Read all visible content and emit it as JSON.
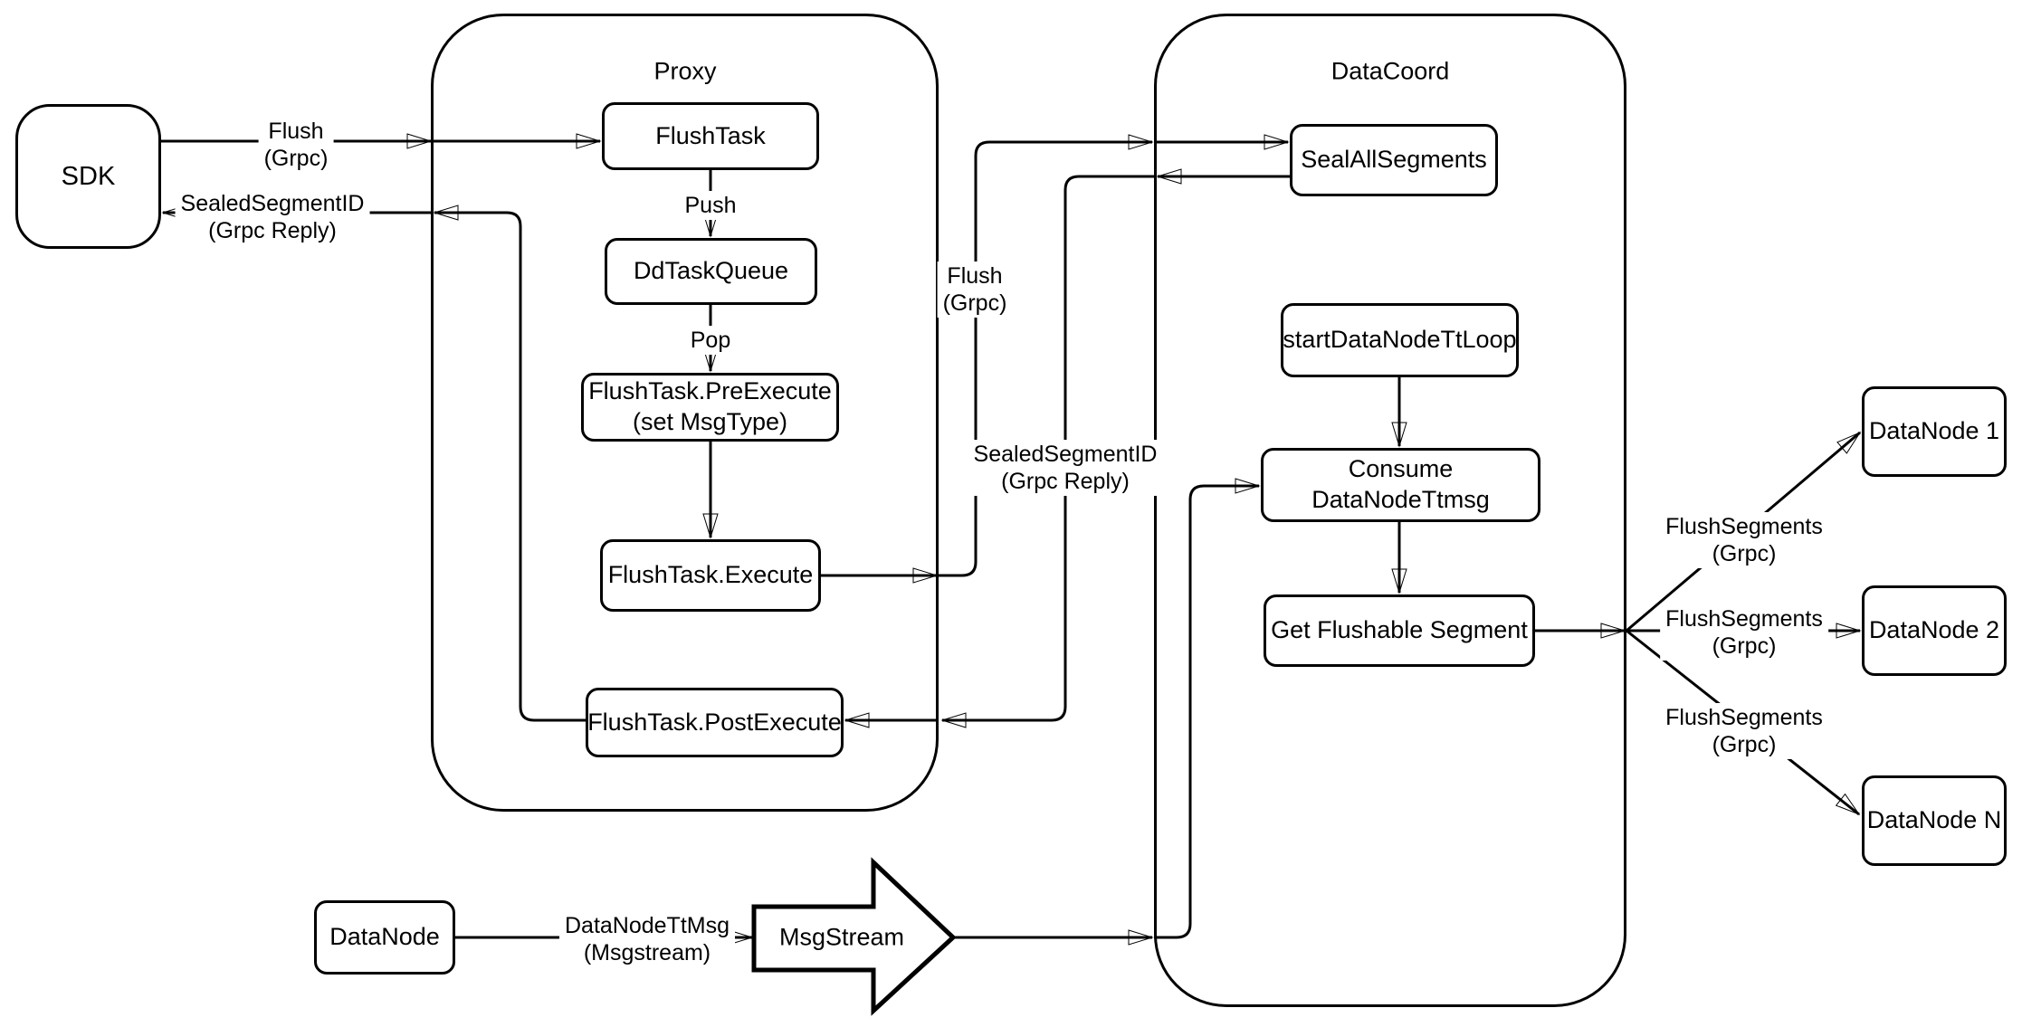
{
  "diagram": {
    "containers": {
      "proxy": {
        "label": "Proxy"
      },
      "datacoord": {
        "label": "DataCoord"
      }
    },
    "nodes": {
      "sdk": {
        "label": "SDK"
      },
      "flushtask": {
        "label": "FlushTask"
      },
      "ddtaskqueue": {
        "label": "DdTaskQueue"
      },
      "flushtask_preexecute": {
        "label": "FlushTask.PreExecute\n(set MsgType)"
      },
      "flushtask_execute": {
        "label": "FlushTask.Execute"
      },
      "flushtask_postexecute": {
        "label": "FlushTask.PostExecute"
      },
      "sealallsegments": {
        "label": "SealAllSegments"
      },
      "startdatanodettloop": {
        "label": "startDataNodeTtLoop"
      },
      "consume_datanodettmsg": {
        "label": "Consume DataNodeTtmsg"
      },
      "get_flushable_segment": {
        "label": "Get Flushable Segment"
      },
      "datanode1": {
        "label": "DataNode 1"
      },
      "datanode2": {
        "label": "DataNode 2"
      },
      "datanoden": {
        "label": "DataNode N"
      },
      "datanode": {
        "label": "DataNode"
      },
      "msgstream": {
        "label": "MsgStream"
      }
    },
    "edge_labels": {
      "flush_grpc_sdk": "Flush\n(Grpc)",
      "sealed_segment_id_sdk": "SealedSegmentID\n(Grpc Reply)",
      "push": "Push",
      "pop": "Pop",
      "flush_grpc_mid": "Flush\n(Grpc)",
      "sealed_segment_id_mid": "SealedSegmentID\n(Grpc Reply)",
      "flush_segments_1": "FlushSegments\n(Grpc)",
      "flush_segments_2": "FlushSegments\n(Grpc)",
      "flush_segments_n": "FlushSegments\n(Grpc)",
      "datanode_tt_msg": "DataNodeTtMsg\n(Msgstream)"
    },
    "colors": {
      "stroke": "#000000",
      "background": "#ffffff",
      "text": "#000000"
    }
  }
}
